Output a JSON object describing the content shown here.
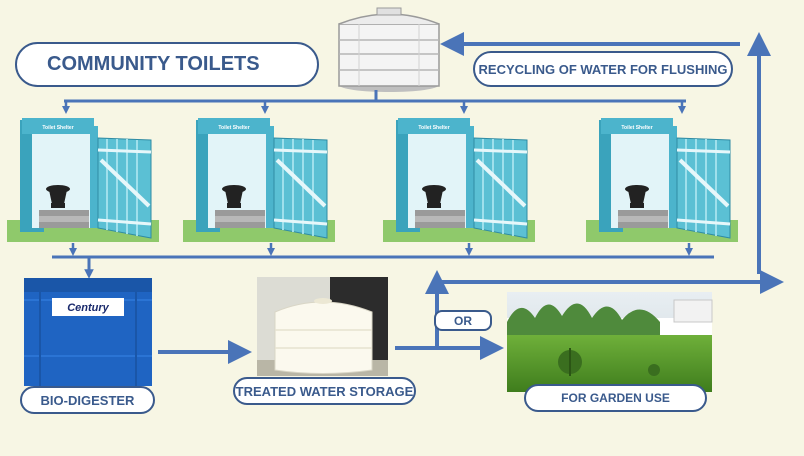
{
  "title": "COMMUNITY TOILETS",
  "labels": {
    "recycling": "RECYCLING OF WATER FOR FLUSHING",
    "bio_digester": "BIO-DIGESTER",
    "treated_storage": "TREATED WATER STORAGE",
    "garden": "FOR GARDEN USE",
    "or": "OR"
  },
  "toilet_sign": "Toilet Shelter",
  "tank_brand": "Century",
  "toilet_count": 4,
  "colors": {
    "background": "#f7f6e4",
    "arrow": "#4a74b8",
    "label_text": "#3a5a8c",
    "shelter": "#5bc0d4",
    "tank_blue": "#1f64c2",
    "grass": "#5a9a2a"
  }
}
